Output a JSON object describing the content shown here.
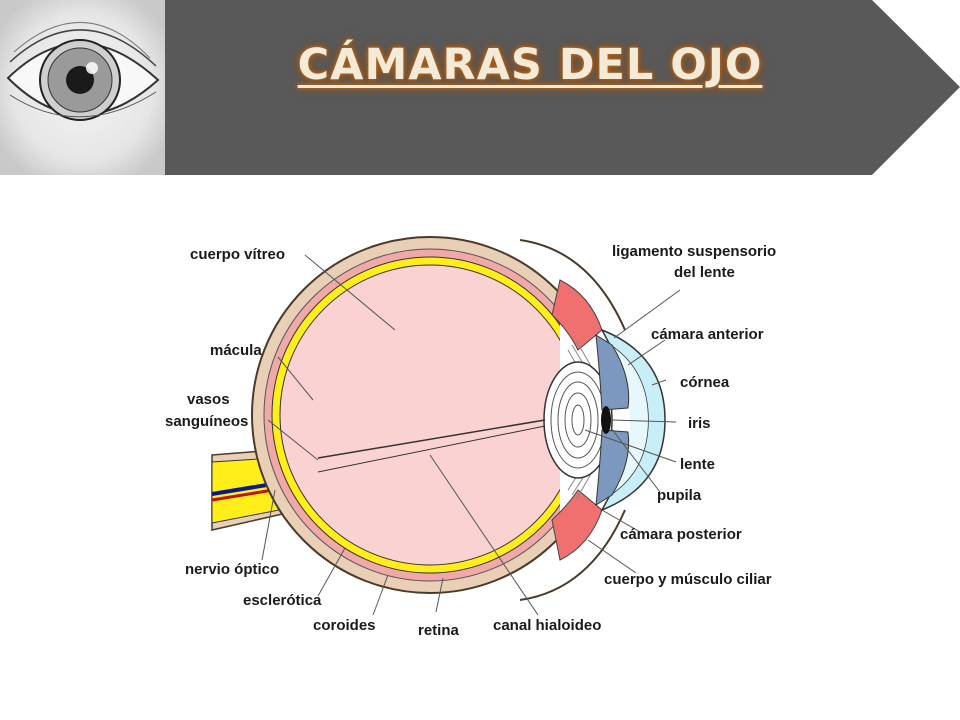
{
  "header": {
    "title": "CÁMARAS DEL OJO"
  },
  "diagram": {
    "labels": {
      "cuerpo_vitreo": "cuerpo vítreo",
      "macula": "mácula",
      "vasos_1": "vasos",
      "vasos_2": "sanguíneos",
      "nervio_optico": "nervio óptico",
      "esclerotica": "esclerótica",
      "coroides": "coroides",
      "retina": "retina",
      "canal_hialoideo": "canal hialoideo",
      "ligamento_1": "ligamento suspensorio",
      "ligamento_2": "del lente",
      "camara_anterior": "cámara anterior",
      "cornea": "córnea",
      "iris": "iris",
      "lente": "lente",
      "pupila": "pupila",
      "camara_posterior": "cámara posterior",
      "cuerpo_musculo_ciliar": "cuerpo y músculo ciliar"
    }
  },
  "colors": {
    "banner": "#595959",
    "sclera": "#e8cfb6",
    "choroid": "#f0a8a8",
    "retina": "#ffee1a",
    "vitreous": "#fad2d2",
    "iris": "#7d98bf",
    "cornea": "#c8eef8",
    "ciliary": "#f07070"
  }
}
